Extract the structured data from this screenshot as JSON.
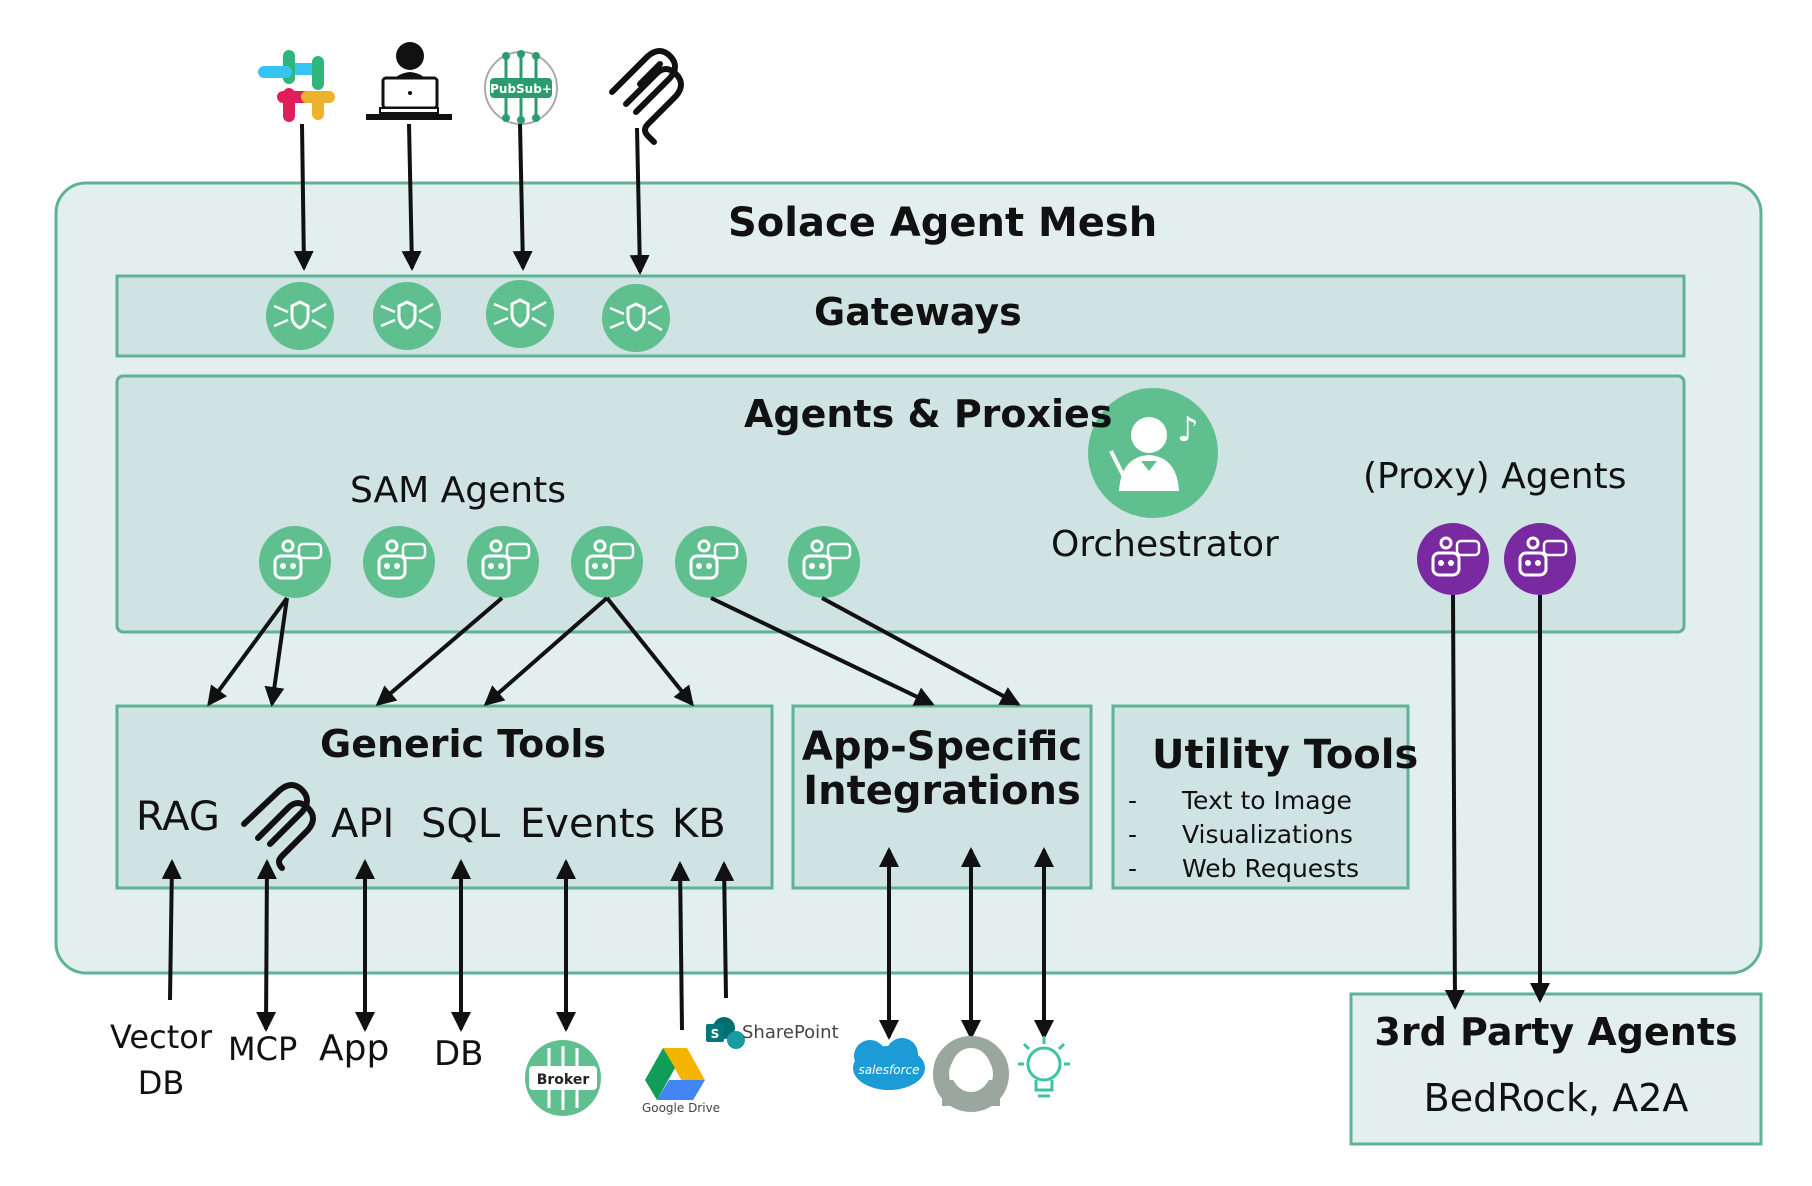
{
  "mesh": {
    "title": "Solace Agent Mesh"
  },
  "gateways": {
    "title": "Gateways"
  },
  "agents": {
    "title": "Agents & Proxies",
    "sam_label": "SAM Agents",
    "orchestrator_label": "Orchestrator",
    "proxy_label": "(Proxy) Agents"
  },
  "generic_tools": {
    "title": "Generic Tools",
    "items": [
      "RAG",
      "API",
      "SQL",
      "Events",
      "KB"
    ]
  },
  "app_specific": {
    "title_line1": "App-Specific",
    "title_line2": "Integrations"
  },
  "utility_tools": {
    "title": "Utility Tools",
    "items": [
      "Text to Image",
      "Visualizations",
      "Web Requests"
    ],
    "bullet": "-"
  },
  "third_party": {
    "title": "3rd Party Agents",
    "subtitle": "BedRock, A2A"
  },
  "external": {
    "pubsub_label": "PubSub+",
    "vector_db_line1": "Vector",
    "vector_db_line2": "DB",
    "mcp": "MCP",
    "app": "App",
    "db": "DB",
    "broker": "Broker",
    "google_drive": "Google Drive",
    "sharepoint": "SharePoint",
    "salesforce": "salesforce"
  },
  "colors": {
    "mesh_fill": "#e3efee",
    "panel_fill": "#cfe3e2",
    "border": "#5fb394",
    "green_icon": "#5fbf8f",
    "purple_icon": "#7a2aa0",
    "google_drive": "Google Drive"
  }
}
